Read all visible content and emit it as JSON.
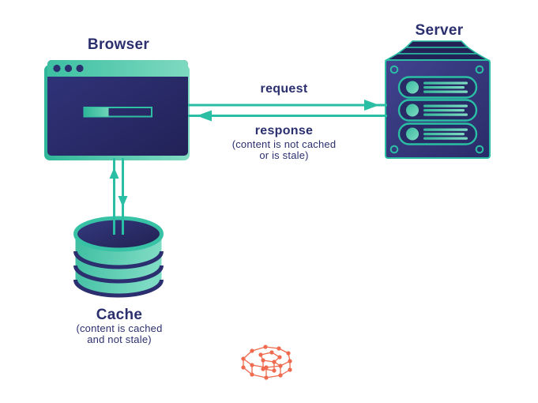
{
  "nodes": {
    "browser": {
      "label": "Browser",
      "icon": "browser-window-icon"
    },
    "server": {
      "label": "Server",
      "icon": "server-stack-icon"
    },
    "cache": {
      "label": "Cache",
      "icon": "database-icon",
      "note": [
        "(content is cached",
        "and not stale)"
      ]
    }
  },
  "edges": {
    "browser_server": {
      "request_label": "request",
      "response_label": "response",
      "response_note": [
        "(content is not cached",
        "or is stale)"
      ]
    },
    "browser_cache": {
      "direction": "bidirectional"
    }
  },
  "decoration": {
    "icon": "network-wireframe-icon"
  },
  "colors": {
    "teal": "#2abfa4",
    "teal_light": "#82dcc3",
    "navy": "#2b2e6f",
    "navy_dark": "#222257",
    "indigo": "#3c3e8c",
    "text_navy": "#2b2f6e",
    "coral": "#ef6a4e",
    "background": "#ffffff"
  }
}
